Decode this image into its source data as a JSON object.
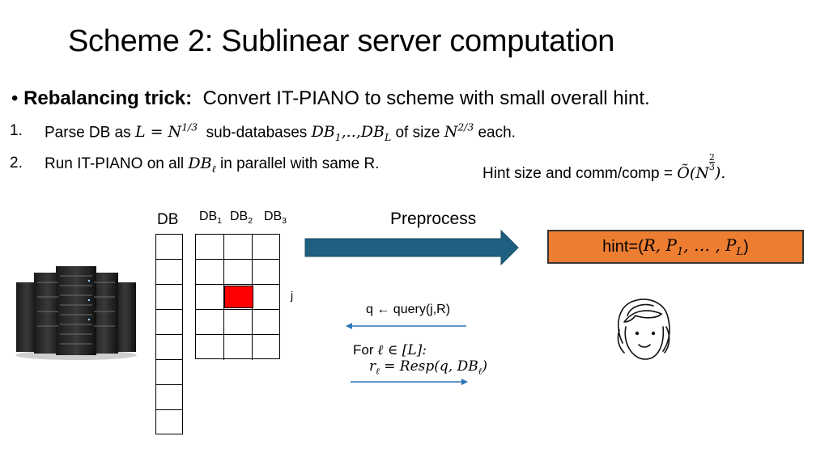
{
  "slide": {
    "title": "Scheme 2:  Sublinear server computation",
    "bullet_label": "Rebalancing trick:",
    "bullet_text": "Convert IT-PIANO to scheme with small overall hint.",
    "step1_num": "1.",
    "step1_a": "Parse DB as",
    "step1_math1": "L = N",
    "step1_exp1": "1/3",
    "step1_b": "sub-databases",
    "step1_math2": "DB",
    "step1_sub2a": "1",
    "step1_mid": ",..,",
    "step1_math3": "DB",
    "step1_sub3": "L",
    "step1_c": "of size",
    "step1_math4": "N",
    "step1_exp4": "2/3",
    "step1_d": "each.",
    "step2_num": "2.",
    "step2_a": "Run IT-PIANO on all",
    "step2_math": "DB",
    "step2_sub": "ℓ",
    "step2_b": "in parallel with same R.",
    "hint_text": "Hint size and comm/comp =",
    "hint_math_o": "Õ",
    "hint_math_n": "(N",
    "hint_exp_num": "2",
    "hint_exp_den": "3",
    "hint_math_close": ").",
    "db_label": "DB",
    "db1": "DB",
    "db1_sub": "1",
    "db2": "DB",
    "db2_sub": "2",
    "db3": "DB",
    "db3_sub": "3",
    "j_label": "j",
    "preprocess": "Preprocess",
    "hint_box_prefix": "hint=(",
    "hint_box_math": "R, P",
    "hint_box_sub1": "1",
    "hint_box_mid": ", … , P",
    "hint_box_subL": "L",
    "hint_box_close": ")",
    "query": "q ← query(j,R)",
    "for_text": "For",
    "for_math": "ℓ ∈ [L]:",
    "resp_math": "r",
    "resp_sub": "ℓ",
    "resp_rest": " = Resp(q, DB",
    "resp_sub2": "ℓ",
    "resp_close": ")"
  },
  "colors": {
    "arrow": "#1f5f7f",
    "hint_box": "#ed7d31",
    "selected_cell": "#ff0000",
    "thin_arrow": "#2e75b6"
  }
}
